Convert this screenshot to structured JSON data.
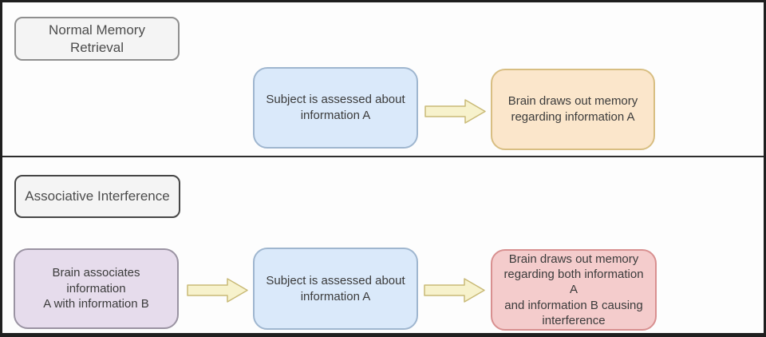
{
  "colors": {
    "background": "#fdfdfd",
    "frame_border": "#1f1f1f",
    "divider": "#2e2e2e",
    "label_fill": "#f4f4f4",
    "blue_node_fill": "#dae9fa",
    "blue_node_border": "#9fb6cf",
    "orange_node_fill": "#fbe6cb",
    "orange_node_border": "#d8be82",
    "purple_node_fill": "#e6dcec",
    "purple_node_border": "#9a93a2",
    "red_node_fill": "#f4cccc",
    "red_node_border": "#d89090",
    "arrow_fill": "#f7f2cc",
    "arrow_border": "#c9ba77",
    "text": "#3b3b3b"
  },
  "sections": {
    "normal": {
      "label": "Normal Memory\nRetrieval",
      "assess_node": "Subject is assessed about\ninformation A",
      "result_node": "Brain draws out memory\nregarding information A"
    },
    "associative": {
      "label": "Associative Interference",
      "associate_node": "Brain associates information\nA with information B",
      "assess_node": "Subject is assessed about\ninformation A",
      "result_node": "Brain draws out memory\nregarding both information A\nand information B causing\ninterference"
    }
  },
  "icons": {
    "arrow": "right-block-arrow"
  }
}
